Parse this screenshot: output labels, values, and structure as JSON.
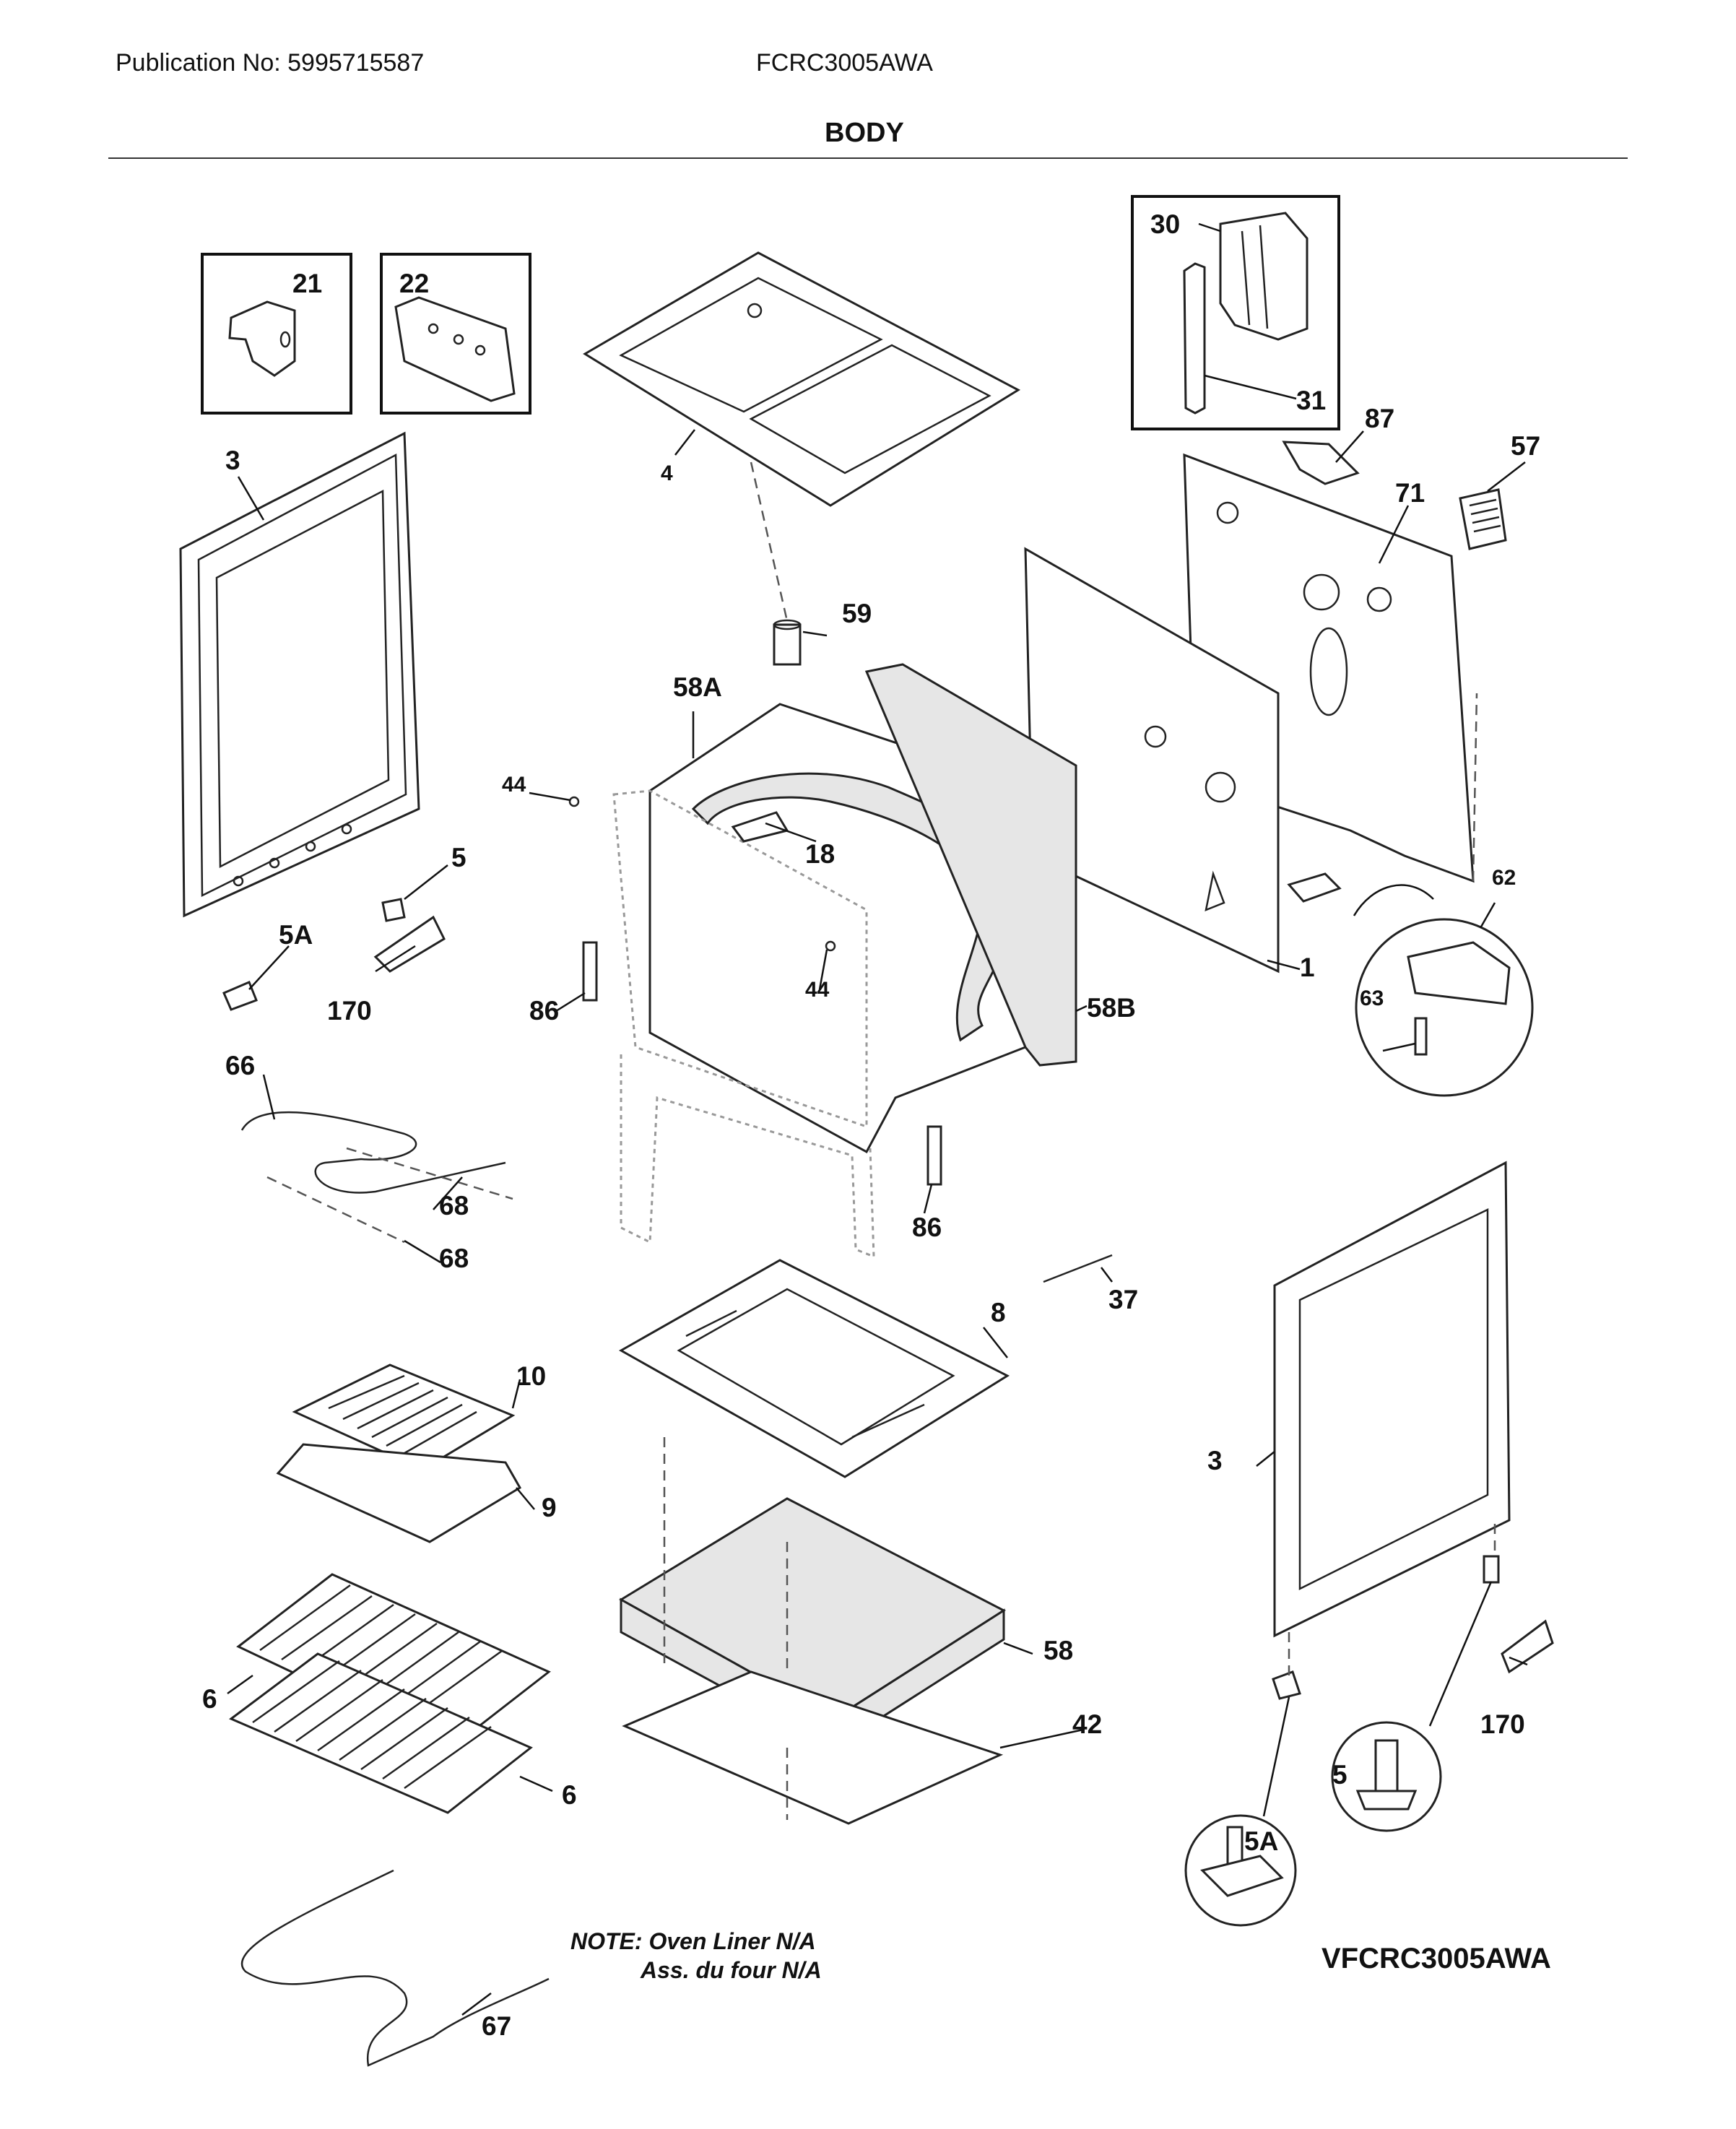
{
  "header": {
    "publication": "Publication No: 5995715587",
    "model": "FCRC3005AWA",
    "section_title": "BODY"
  },
  "note": {
    "line1": "NOTE: Oven Liner N/A",
    "line2": "Ass. du four N/A"
  },
  "diagram_code": "VFCRC3005AWA",
  "callouts": {
    "p21": "21",
    "p22": "22",
    "p30": "30",
    "p31": "31",
    "p3_left": "3",
    "p4": "4",
    "p87": "87",
    "p57": "57",
    "p71": "71",
    "p59": "59",
    "p58A": "58A",
    "p44_a": "44",
    "p44_b": "44",
    "p18": "18",
    "p5_top": "5",
    "p5A_top": "5A",
    "p170_left": "170",
    "p86_left": "86",
    "p58B": "58B",
    "p1": "1",
    "p62": "62",
    "p63": "63",
    "p66": "66",
    "p68_a": "68",
    "p68_b": "68",
    "p86_right": "86",
    "p37": "37",
    "p8": "8",
    "p10": "10",
    "p9": "9",
    "p3_right": "3",
    "p6_a": "6",
    "p6_b": "6",
    "p58": "58",
    "p42": "42",
    "p170_right": "170",
    "p5_circle": "5",
    "p5A_circle": "5A",
    "p67": "67"
  }
}
